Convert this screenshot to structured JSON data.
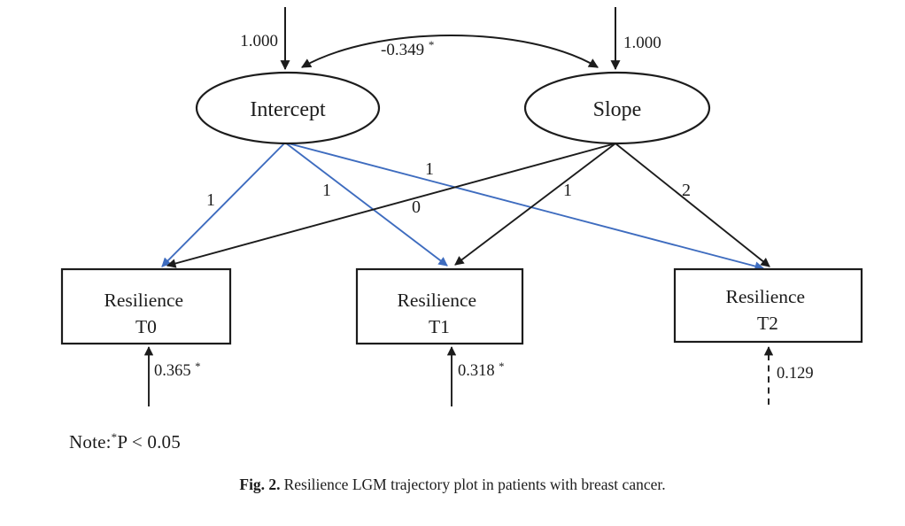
{
  "colors": {
    "path_blue": "#3e6cbf",
    "ink": "#1c1c1c"
  },
  "diagram": {
    "latents": [
      {
        "label": "Intercept"
      },
      {
        "label": "Slope"
      }
    ],
    "variances": {
      "intercept": "1.000",
      "slope": "1.000"
    },
    "covariance": {
      "value": "-0.349",
      "star": "*"
    },
    "loadings": {
      "intercept": [
        "1",
        "1",
        "1"
      ],
      "slope": [
        "0",
        "1",
        "2"
      ]
    },
    "observed": [
      {
        "line1": "Resilience",
        "line2": "T0"
      },
      {
        "line1": "Resilience",
        "line2": "T1"
      },
      {
        "line1": "Resilience",
        "line2": "T2"
      }
    ],
    "residuals": [
      {
        "value": "0.365",
        "star": "*"
      },
      {
        "value": "0.318",
        "star": "*"
      },
      {
        "value": "0.129",
        "star": ""
      }
    ]
  },
  "figure": {
    "note": {
      "prefix": "Note:",
      "star": "*",
      "text": "P < 0.05"
    },
    "caption": {
      "label": "Fig. 2.",
      "text": "Resilience LGM trajectory plot in patients with breast cancer."
    }
  }
}
